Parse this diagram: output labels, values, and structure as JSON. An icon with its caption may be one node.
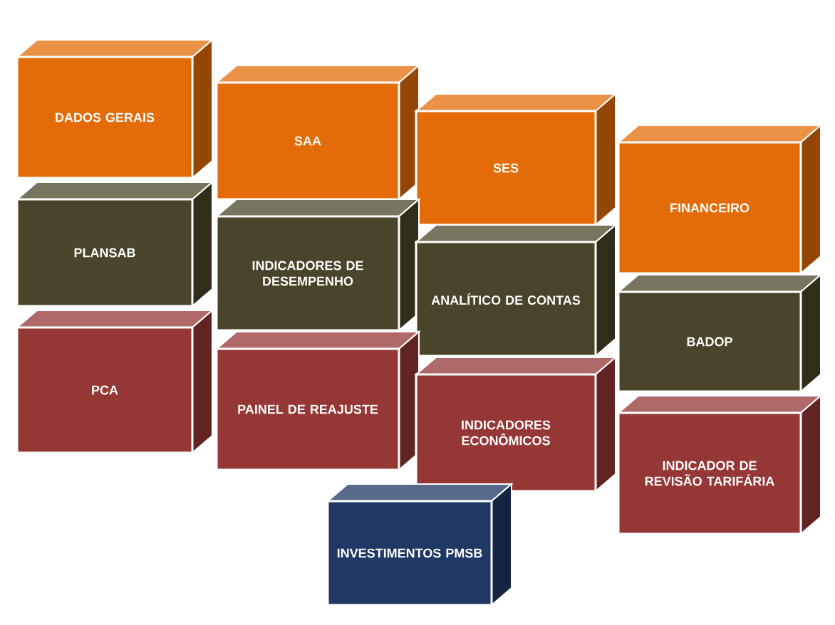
{
  "diagram": {
    "nodes": [
      {
        "text": [
          "DADOS GERAIS"
        ]
      },
      {
        "text": [
          "SAA"
        ]
      },
      {
        "text": [
          "SES"
        ]
      },
      {
        "text": [
          "FINANCEIRO"
        ]
      },
      {
        "text": [
          "PLANSAB"
        ]
      },
      {
        "text": [
          "INDICADORES DE DESEMPENHO"
        ]
      },
      {
        "text": [
          "ANALÍTICO DE CONTAS"
        ]
      },
      {
        "text": [
          "BADOP"
        ]
      },
      {
        "text": [
          "PCA"
        ]
      },
      {
        "text": [
          "PAINEL DE REAJUSTE"
        ]
      },
      {
        "text": [
          "INDICADORES ECONÔMICOS"
        ]
      },
      {
        "text": [
          "INDICADOR DE REVISÃO TARIFÁRIA"
        ]
      },
      {
        "text": [
          "INVESTIMENTOS PMSB"
        ]
      }
    ]
  }
}
